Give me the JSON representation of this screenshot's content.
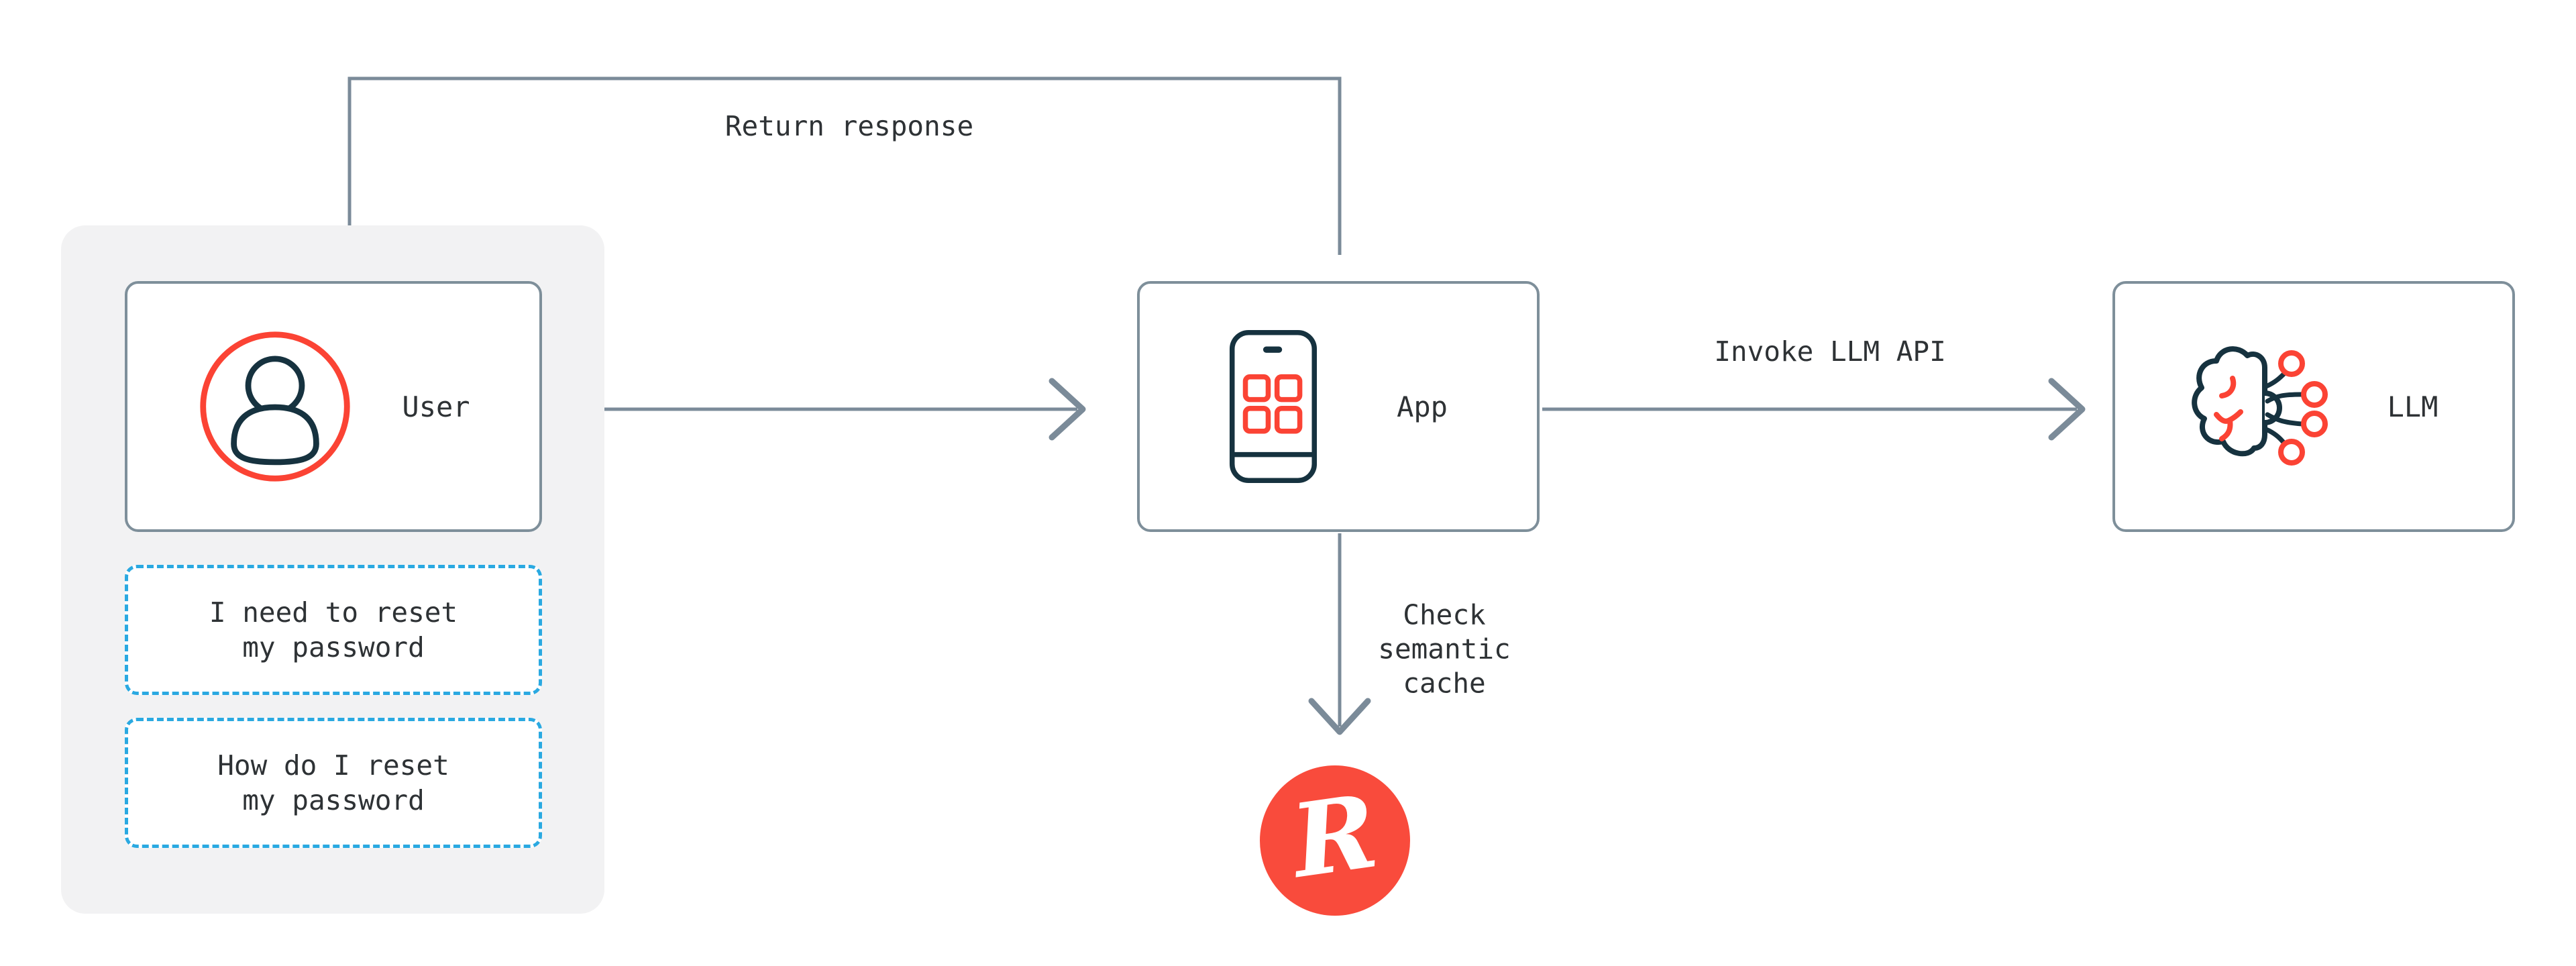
{
  "theme": {
    "bg": "#ffffff",
    "panel": "#f2f2f3",
    "border": "#7e8f9a",
    "line": "#7b8b99",
    "navy": "#16323f",
    "red": "#fb4334",
    "redis-red": "#f94b3c",
    "blue": "#2aa9e1",
    "text": "#2e3235"
  },
  "nodes": {
    "user": {
      "label": "User",
      "icon": "user-icon"
    },
    "app": {
      "label": "App",
      "icon": "smartphone-icon"
    },
    "llm": {
      "label": "LLM",
      "icon": "brain-icon"
    }
  },
  "user_queries": [
    {
      "lines": [
        "I need to reset",
        "my password"
      ]
    },
    {
      "lines": [
        "How do I reset",
        "my password"
      ]
    }
  ],
  "edges": {
    "return_response": {
      "label": "Return response",
      "from": "App",
      "to": "User"
    },
    "user_to_app": {
      "label": "",
      "from": "User",
      "to": "App"
    },
    "invoke_llm": {
      "label": "Invoke LLM API",
      "from": "App",
      "to": "LLM"
    },
    "check_cache": {
      "label_lines": [
        "Check",
        "semantic",
        "cache"
      ],
      "from": "App",
      "to": "Redis"
    }
  },
  "redis": {
    "icon": "redis-logo",
    "letter": "R"
  }
}
